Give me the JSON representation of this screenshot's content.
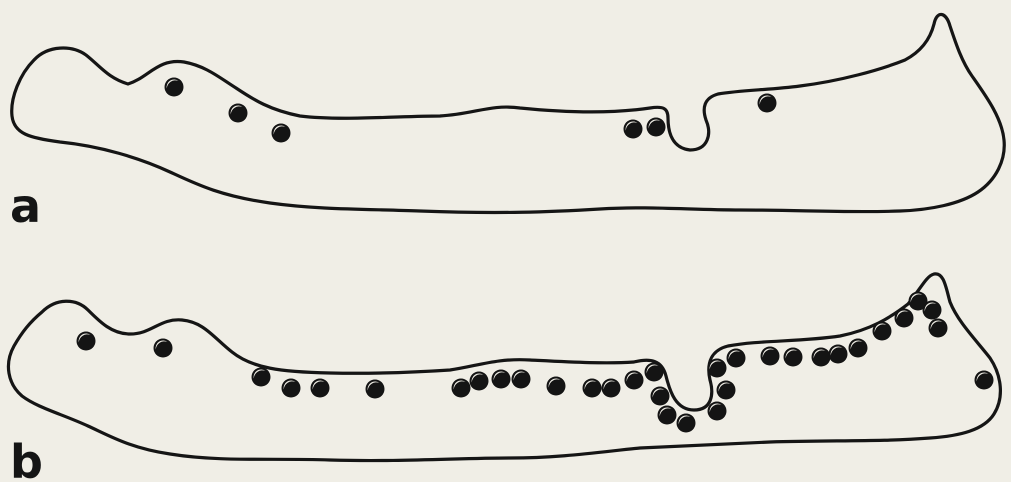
{
  "figure": {
    "panels": [
      {
        "id": "a",
        "label": "a",
        "dots": [
          [
            174,
            87
          ],
          [
            238,
            113
          ],
          [
            281,
            133
          ],
          [
            633,
            129
          ],
          [
            656,
            127
          ],
          [
            767,
            103
          ]
        ]
      },
      {
        "id": "b",
        "label": "b",
        "dots": [
          [
            86,
            341
          ],
          [
            163,
            348
          ],
          [
            261,
            377
          ],
          [
            291,
            388
          ],
          [
            320,
            388
          ],
          [
            375,
            389
          ],
          [
            461,
            388
          ],
          [
            479,
            381
          ],
          [
            501,
            379
          ],
          [
            521,
            379
          ],
          [
            556,
            386
          ],
          [
            592,
            388
          ],
          [
            611,
            388
          ],
          [
            634,
            380
          ],
          [
            654,
            372
          ],
          [
            660,
            396
          ],
          [
            667,
            415
          ],
          [
            686,
            423
          ],
          [
            717,
            411
          ],
          [
            726,
            390
          ],
          [
            717,
            368
          ],
          [
            736,
            358
          ],
          [
            770,
            356
          ],
          [
            793,
            357
          ],
          [
            821,
            357
          ],
          [
            838,
            354
          ],
          [
            858,
            348
          ],
          [
            882,
            331
          ],
          [
            904,
            318
          ],
          [
            918,
            301
          ],
          [
            932,
            310
          ],
          [
            938,
            328
          ],
          [
            984,
            380
          ]
        ]
      }
    ],
    "colors": {
      "background": "#f0eee6",
      "ink": "#151515"
    }
  }
}
